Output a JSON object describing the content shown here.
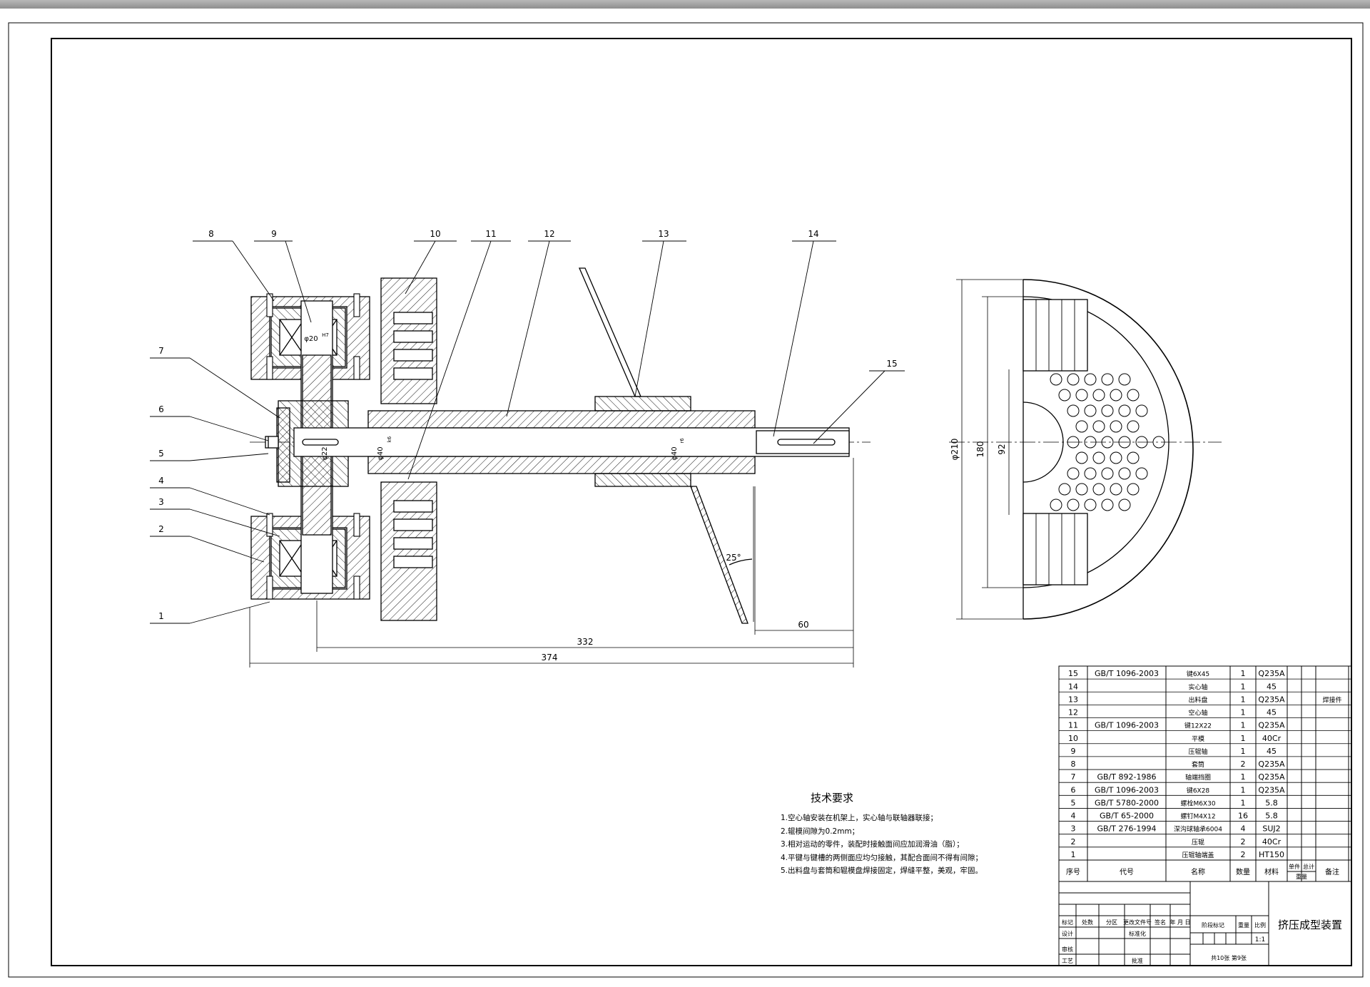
{
  "balloons": [
    "1",
    "2",
    "3",
    "4",
    "5",
    "6",
    "7",
    "8",
    "9",
    "10",
    "11",
    "12",
    "13",
    "14",
    "15"
  ],
  "dimensions": {
    "d332": "332",
    "d374": "374",
    "d60": "60",
    "angle": "25°",
    "phi20": "φ20",
    "phi22": "φ22",
    "phi40a": "φ40",
    "phi40b": "φ40",
    "fit_h7": "H7",
    "fit_r6": "r6",
    "fit_k6": "k6",
    "phi210": "φ210",
    "d180": "180",
    "d92": "92"
  },
  "tech_requirements": {
    "title": "技术要求",
    "items": [
      "1.空心轴安装在机架上，实心轴与联轴器联接；",
      "2.辊模间隙为0.2mm；",
      "3.相对运动的零件，装配时接触面间应加润滑油（脂）；",
      "4.平键与键槽的两侧面应均匀接触，其配合面间不得有间隙；",
      "5.出料盘与套筒和辊模盘焊接固定，焊缝平整，美观，牢固。"
    ]
  },
  "bom": {
    "rows": [
      {
        "no": "15",
        "code": "GB/T 1096-2003",
        "name": "键6X45",
        "qty": "1",
        "mat": "Q235A",
        "note": ""
      },
      {
        "no": "14",
        "code": "",
        "name": "实心轴",
        "qty": "1",
        "mat": "45",
        "note": ""
      },
      {
        "no": "13",
        "code": "",
        "name": "出料盘",
        "qty": "1",
        "mat": "Q235A",
        "note": "焊接件"
      },
      {
        "no": "12",
        "code": "",
        "name": "空心轴",
        "qty": "1",
        "mat": "45",
        "note": ""
      },
      {
        "no": "11",
        "code": "GB/T 1096-2003",
        "name": "键12X22",
        "qty": "1",
        "mat": "Q235A",
        "note": ""
      },
      {
        "no": "10",
        "code": "",
        "name": "平模",
        "qty": "1",
        "mat": "40Cr",
        "note": ""
      },
      {
        "no": "9",
        "code": "",
        "name": "压辊轴",
        "qty": "1",
        "mat": "45",
        "note": ""
      },
      {
        "no": "8",
        "code": "",
        "name": "套筒",
        "qty": "2",
        "mat": "Q235A",
        "note": ""
      },
      {
        "no": "7",
        "code": "GB/T 892-1986",
        "name": "轴端挡圈",
        "qty": "1",
        "mat": "Q235A",
        "note": ""
      },
      {
        "no": "6",
        "code": "GB/T 1096-2003",
        "name": "键6X28",
        "qty": "1",
        "mat": "Q235A",
        "note": ""
      },
      {
        "no": "5",
        "code": "GB/T 5780-2000",
        "name": "螺栓M6X30",
        "qty": "1",
        "mat": "5.8",
        "note": ""
      },
      {
        "no": "4",
        "code": "GB/T 65-2000",
        "name": "螺钉M4X12",
        "qty": "16",
        "mat": "5.8",
        "note": ""
      },
      {
        "no": "3",
        "code": "GB/T 276-1994",
        "name": "深沟球轴承6004",
        "qty": "4",
        "mat": "SUJ2",
        "note": ""
      },
      {
        "no": "2",
        "code": "",
        "name": "压辊",
        "qty": "2",
        "mat": "40Cr",
        "note": ""
      },
      {
        "no": "1",
        "code": "",
        "name": "压辊轴端盖",
        "qty": "2",
        "mat": "HT150",
        "note": ""
      }
    ],
    "header": {
      "no": "序号",
      "code": "代号",
      "name": "名称",
      "qty": "数量",
      "mat": "材料",
      "unit": "单件",
      "total": "总计",
      "weight": "重量",
      "note": "备注"
    }
  },
  "title_block": {
    "title": "挤压成型装置",
    "mark": "标记",
    "count": "处数",
    "zone": "分区",
    "doc": "更改文件号",
    "sign": "签名",
    "date": "年 月 日",
    "design": "设计",
    "std": "标准化",
    "review": "审核",
    "process": "工艺",
    "approve": "批准",
    "stage": "阶段标记",
    "weight": "重量",
    "scale": "比例",
    "scale_val": "1:1",
    "sheets": "共10张  第9张"
  }
}
